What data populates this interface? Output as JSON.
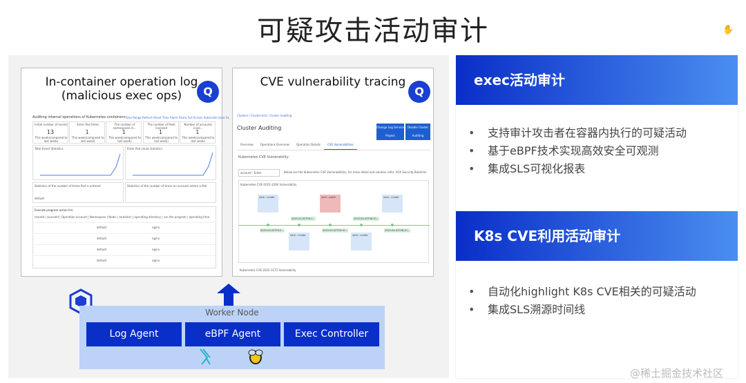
{
  "title": "可疑攻击活动审计",
  "left_shot": {
    "caption_line1": "In-container operation log",
    "caption_line2": "(malicious exec ops)",
    "header": "Auditing internal operations of Kubernetes containers",
    "toolbar": "Time Range  Refresh  Reset Time  Alarm  Share  Full Screen  Subscribe  Save As",
    "kpis": [
      {
        "label": "Initial number of events",
        "value": "13"
      },
      {
        "label": "Enter Pod times",
        "value": "1"
      },
      {
        "label": "The number of namespaces in...",
        "value": "1"
      },
      {
        "label": "The number of Pods involved",
        "value": "1"
      },
      {
        "label": "Number of accounts invol...",
        "value": "1"
      }
    ],
    "kpi_sub": "This week(compared to last week)",
    "chart1": "Total Event Statistics",
    "chart2": "Enter Pod count statistics",
    "table1": "Statistics of the number of times Pod is entered",
    "table2": "Statistics of the number of times an account enters a Pod",
    "list_title": "Execute program action list",
    "columns": "traceId | sourceId | Operation account | Namespace | Node | container | operating directory | run the program | operating time",
    "namespace": "default",
    "container": "nginx"
  },
  "right_shot": {
    "caption": "CVE vulnerability tracing",
    "breadcrumb": "Clusters / Cluster-test / Cluster Auditing",
    "page_title": "Cluster Auditing",
    "btn1": "Change Log Service Project",
    "btn2": "Disable Cluster Auditing",
    "tabs": [
      "Overview",
      "Operations Overview",
      "Operation Details",
      "CVE Vulnerabilities"
    ],
    "section": "Kubernetes CVE Vulnerability",
    "filter": "account : Enter",
    "note": "Below are the Kubernetes CVE Vulnerabilities, for more detail and solution refer: ACK Security Bulletins",
    "cve1": "Kubernetes CVE-2022-3294 Vulnerability",
    "cve2": "Kubernetes CVE-2022-3172 Vulnerability",
    "events": [
      {
        "verb": "verb : create",
        "color": "blue"
      },
      {
        "verb": "verb : create",
        "color": "blue"
      },
      {
        "verb": "verb : patch",
        "color": "red"
      },
      {
        "verb": "verb : create",
        "color": "blue"
      },
      {
        "verb": "verb : create",
        "color": "blue"
      }
    ],
    "dates": [
      "2023-03-02T09:2...",
      "2023-03-02T09:1...",
      "2023-03-02T09:10...",
      "2023-04-03T06:10...",
      "2023-04-03T06:10..."
    ]
  },
  "diagram": {
    "node_label": "Worker Node",
    "agents": [
      "Log Agent",
      "eBPF Agent",
      "Exec Controller"
    ]
  },
  "panel1": {
    "header": "exec活动审计",
    "bullets": [
      "支持审计攻击者在容器内执行的可疑活动",
      "基于eBPF技术实现高效安全可观测",
      "集成SLS可视化报表"
    ]
  },
  "panel2": {
    "header": "K8s CVE利用活动审计",
    "bullets": [
      "自动化highlight K8s CVE相关的可疑活动",
      "集成SLS溯源时间线"
    ]
  },
  "watermark": "@稀土掘金技术社区",
  "colors": {
    "brand_blue": "#0a2ec8",
    "node_bg": "#bcd3f7"
  }
}
